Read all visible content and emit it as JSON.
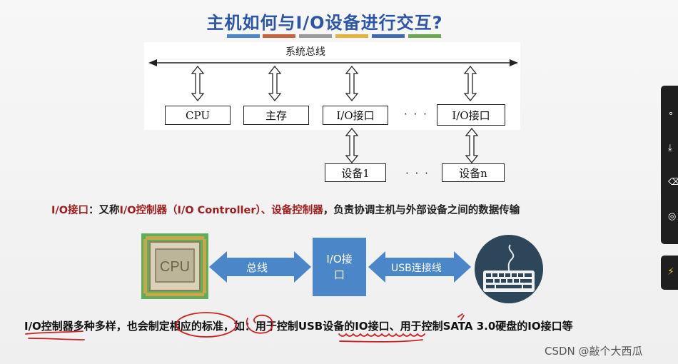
{
  "slide": {
    "title": "主机如何与I/O设备进行交互?",
    "colorbar_colors": [
      "#4a86c8",
      "#c8623a",
      "#9a9a9a",
      "#e5b33a",
      "#3a6ab3",
      "#6aa84f"
    ]
  },
  "bus_diagram": {
    "bus_label": "系统总线",
    "boxes": {
      "cpu": "CPU",
      "memory": "主存",
      "io1": "I/O接口",
      "ion": "I/O接口",
      "dev1": "设备1",
      "devn": "设备n"
    },
    "ellipsis_top": "· · ·",
    "ellipsis_bottom": "· · ·"
  },
  "description": {
    "term": "I/O接口",
    "colon": "：又称",
    "alias1": "I/O控制器（I/O Controller）、设备控制器",
    "rest": "，负责协调主机与外部设备之间的数据传输"
  },
  "flow": {
    "cpu_chip_label": "CPU",
    "bus_label": "总线",
    "io_label": "I/O接口",
    "usb_label": "USB连接线"
  },
  "bottom_text": "I/O控制器多种多样，也会制定相应的标准，如：用于控制USB设备的IO接口、用于控制SATA 3.0硬盘的IO接口等",
  "watermark": "CSDN @敲个大西瓜",
  "side_tools": {
    "icons": [
      "share-icon",
      "download-icon",
      "delete-icon",
      "settings-icon",
      "lightning-icon"
    ],
    "glyphs": [
      "∘",
      "⤓",
      "⌫",
      "◎",
      "⚡"
    ]
  }
}
